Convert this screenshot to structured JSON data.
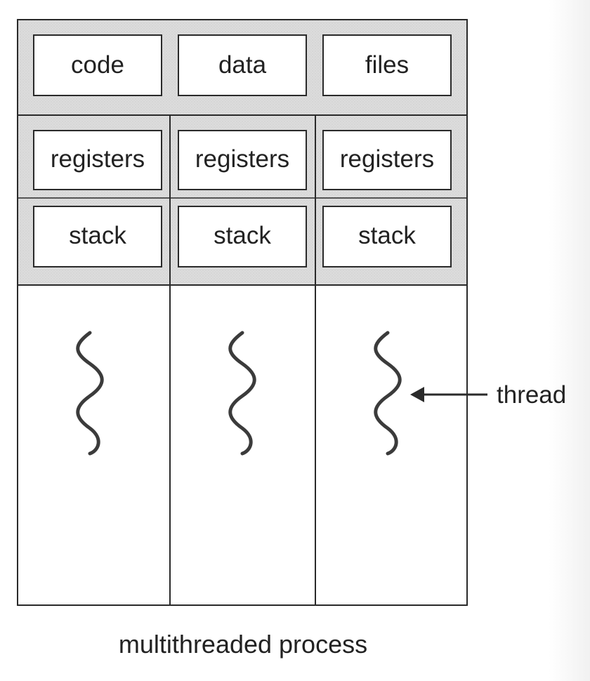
{
  "shared": {
    "code": "code",
    "data": "data",
    "files": "files"
  },
  "threads": [
    {
      "registers": "registers",
      "stack": "stack"
    },
    {
      "registers": "registers",
      "stack": "stack"
    },
    {
      "registers": "registers",
      "stack": "stack"
    }
  ],
  "thread_label": "thread",
  "caption": "multithreaded process",
  "colors": {
    "shaded": "#d9d9d9",
    "line": "#2a2a2a",
    "box": "#ffffff"
  },
  "icons": {
    "thread": "wavy-thread-icon",
    "arrow": "left-arrow-icon"
  }
}
